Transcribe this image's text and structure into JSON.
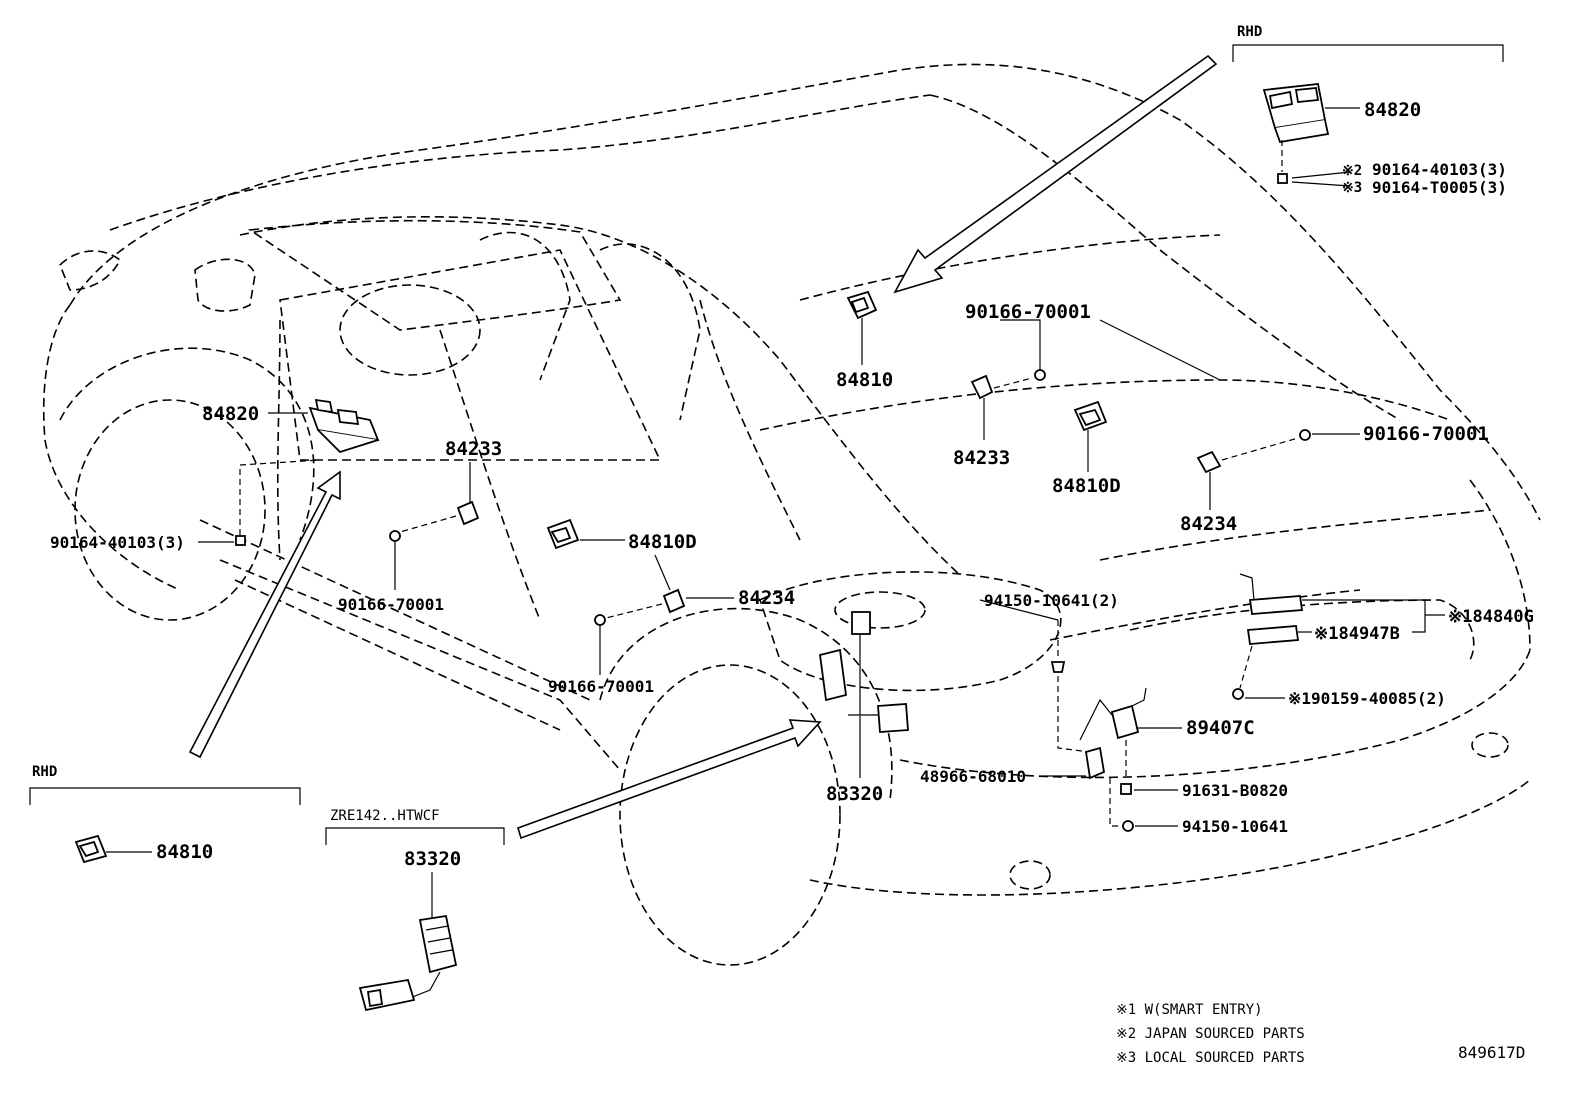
{
  "drawing_id": "849617D",
  "group_labels": {
    "rhd_top": "RHD",
    "rhd_left": "RHD",
    "variant_box": "ZRE142..HTWCF"
  },
  "callouts": {
    "sw_84820_top": "84820",
    "screw_901644_top": "90164-40103(3)",
    "screw_90164t_top": "90164-T0005(3)",
    "mark2_top": "※2",
    "mark3_top": "※3",
    "sw_84810_center": "84810",
    "screw_90166_a": "90166-70001",
    "lamp_84233_center": "84233",
    "sw_84810d_center": "84810D",
    "screw_90166_b": "90166-70001",
    "lamp_84234_right": "84234",
    "sw_84820_left": "84820",
    "lamp_84233_left": "84233",
    "screw_901644_left": "90164-40103(3)",
    "sw_84810d_door": "84810D",
    "screw_90166_c": "90166-70001",
    "lamp_84234_door": "84234",
    "clip_94150_2": "94150-10641(2)",
    "screw_90166_d": "90166-70001",
    "sw_84840g": "※184840G",
    "sw_84947b": "※184947B",
    "screw_90159": "※190159-40085(2)",
    "sensor_89407c": "89407C",
    "bracket_48966": "48966-68010",
    "sender_83320_main": "83320",
    "bolt_91631": "91631-B0820",
    "clip_94150": "94150-10641",
    "sw_84810_rhd": "84810",
    "sender_83320_variant": "83320"
  },
  "notes": [
    "※1 W(SMART ENTRY)",
    "※2 JAPAN SOURCED PARTS",
    "※3 LOCAL SOURCED PARTS"
  ]
}
